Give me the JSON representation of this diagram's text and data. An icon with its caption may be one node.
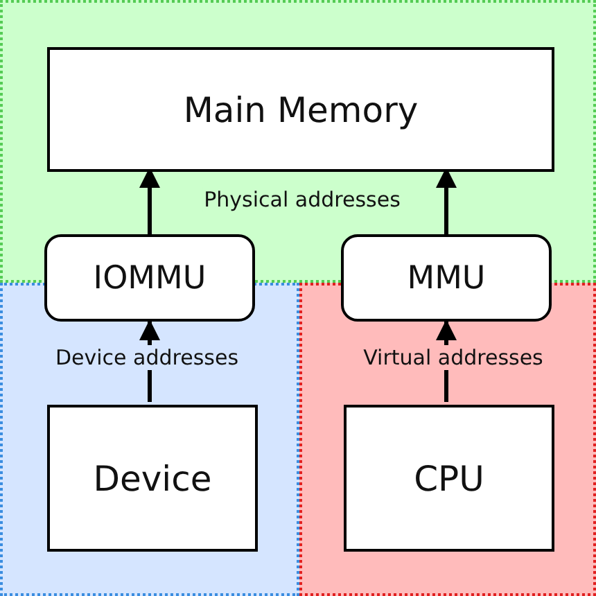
{
  "diagram": {
    "nodes": [
      {
        "text": [
          "Physical addresses"
        ]
      },
      {
        "text": [
          "Main Memory"
        ],
        "in": 0
      },
      {
        "text": [
          "IOMMU"
        ]
      },
      {
        "text": [
          "MMU"
        ]
      },
      {
        "text": [
          "Device addresses"
        ]
      },
      {
        "text": [
          "Device"
        ],
        "in": 4
      },
      {
        "text": [
          "Virtual addresses"
        ]
      },
      {
        "text": [
          "CPU"
        ],
        "in": 6
      }
    ],
    "edges": [
      {
        "from": 5,
        "to": 2,
        "arrow": "to"
      },
      {
        "from": 2,
        "to": 1,
        "arrow": "to"
      },
      {
        "from": 7,
        "to": 3,
        "arrow": "to"
      },
      {
        "from": 3,
        "to": 1,
        "arrow": "to"
      }
    ]
  }
}
